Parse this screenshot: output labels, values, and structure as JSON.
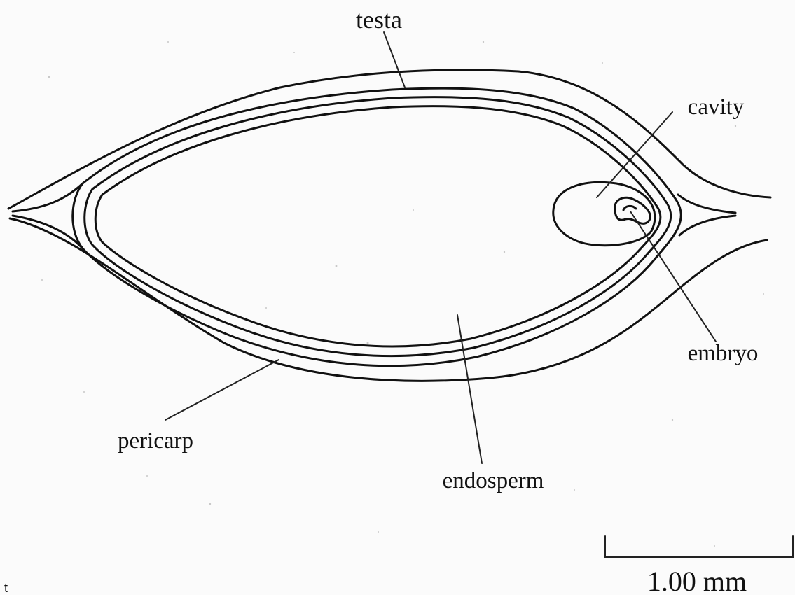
{
  "labels": {
    "testa": "testa",
    "cavity": "cavity",
    "embryo": "embryo",
    "pericarp": "pericarp",
    "endosperm": "endosperm"
  },
  "scale_bar": {
    "label": "1.00 mm"
  },
  "corner_mark": "t"
}
